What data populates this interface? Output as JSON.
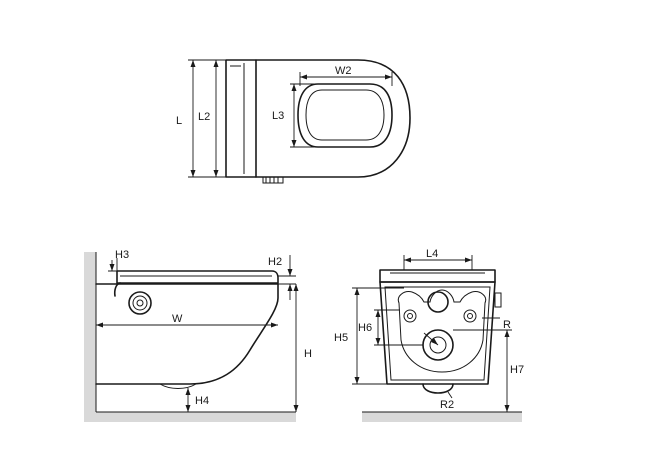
{
  "labels": {
    "L": "L",
    "L2": "L2",
    "L3": "L3",
    "W2": "W2",
    "H3": "H3",
    "H2": "H2",
    "W": "W",
    "H": "H",
    "H4": "H4",
    "L4": "L4",
    "H5": "H5",
    "H6": "H6",
    "R": "R",
    "H7": "H7",
    "R2": "R2"
  }
}
